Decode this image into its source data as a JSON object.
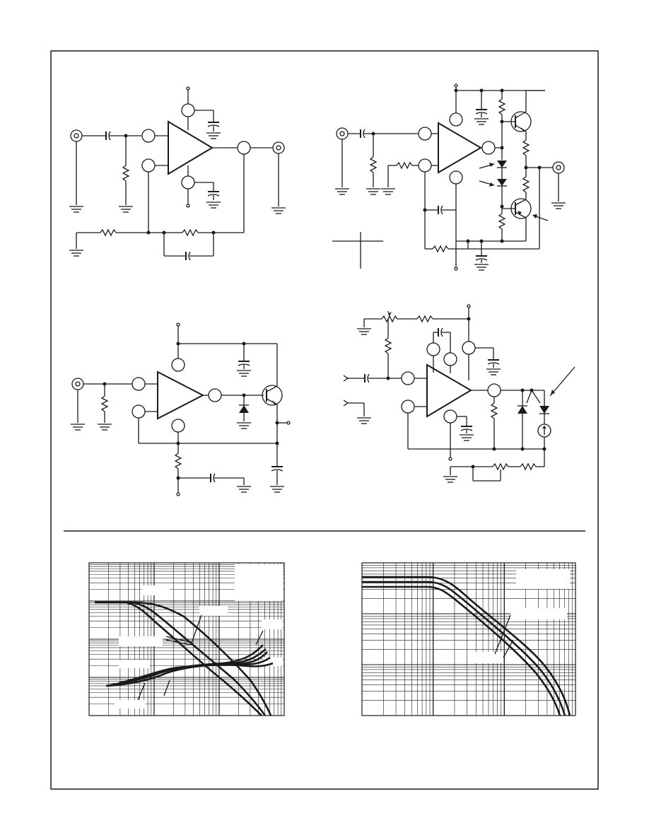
{
  "page": {
    "description_text": "",
    "ink_color": "#1a1a1a",
    "background_color": "#ffffff"
  },
  "circuits": [
    {
      "id": "circuit-1",
      "type": "non-inverting amplifier with AC-coupled input and feedback RC network"
    },
    {
      "id": "circuit-2",
      "type": "amplifier with complementary transistor output stage and diode bias"
    },
    {
      "id": "circuit-3",
      "type": "amplifier driving transistor with diode"
    },
    {
      "id": "circuit-4",
      "type": "amplifier with diode network, current source and trim potentiometer"
    }
  ],
  "charts": [
    {
      "id": "chart-left",
      "grid": "log-log",
      "curve_count": 8
    },
    {
      "id": "chart-right",
      "grid": "log-log",
      "curve_count": 3
    }
  ]
}
